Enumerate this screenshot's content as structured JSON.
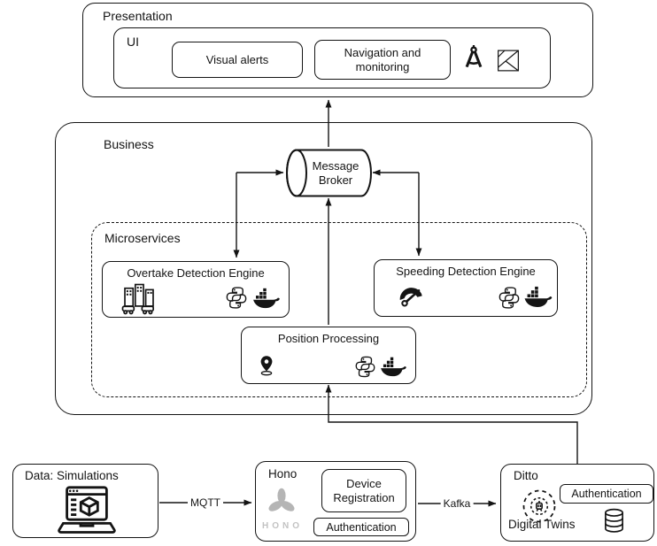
{
  "presentation": {
    "title": "Presentation",
    "ui": {
      "title": "UI",
      "visual_alerts": "Visual alerts",
      "navigation_monitoring": "Navigation and monitoring"
    }
  },
  "business": {
    "title": "Business",
    "message_broker": {
      "line1": "Message",
      "line2": "Broker"
    },
    "microservices": {
      "title": "Microservices",
      "overtake_engine": "Overtake Detection Engine",
      "speeding_engine": "Speeding Detection Engine",
      "position_processing": "Position Processing"
    }
  },
  "data_layer": {
    "simulations_title": "Data: Simulations",
    "hono": {
      "title": "Hono",
      "logo_text": "HONO",
      "device_registration": "Device Registration",
      "authentication": "Authentication"
    },
    "ditto": {
      "title": "Ditto",
      "authentication": "Authentication",
      "digital_twins": "Digital Twins"
    }
  },
  "edges": {
    "mqtt": "MQTT",
    "kafka": "Kafka"
  },
  "icons": {
    "ui": [
      "compass-icon",
      "kibana-icon"
    ],
    "overtake_engine": [
      "city-traffic-icon",
      "python-icon",
      "docker-icon"
    ],
    "speeding_engine": [
      "speedometer-icon",
      "python-icon",
      "docker-icon"
    ],
    "position_processing": [
      "location-pin-icon",
      "python-icon",
      "docker-icon"
    ],
    "simulations": [
      "laptop-simulation-icon"
    ],
    "hono": [
      "hono-logo"
    ],
    "ditto": [
      "ditto-logo",
      "database-icon"
    ],
    "message_broker_shape": "horizontal-cylinder"
  },
  "colors": {
    "stroke": "#141414",
    "background": "#ffffff",
    "hono_gray": "#b5b5b5"
  }
}
